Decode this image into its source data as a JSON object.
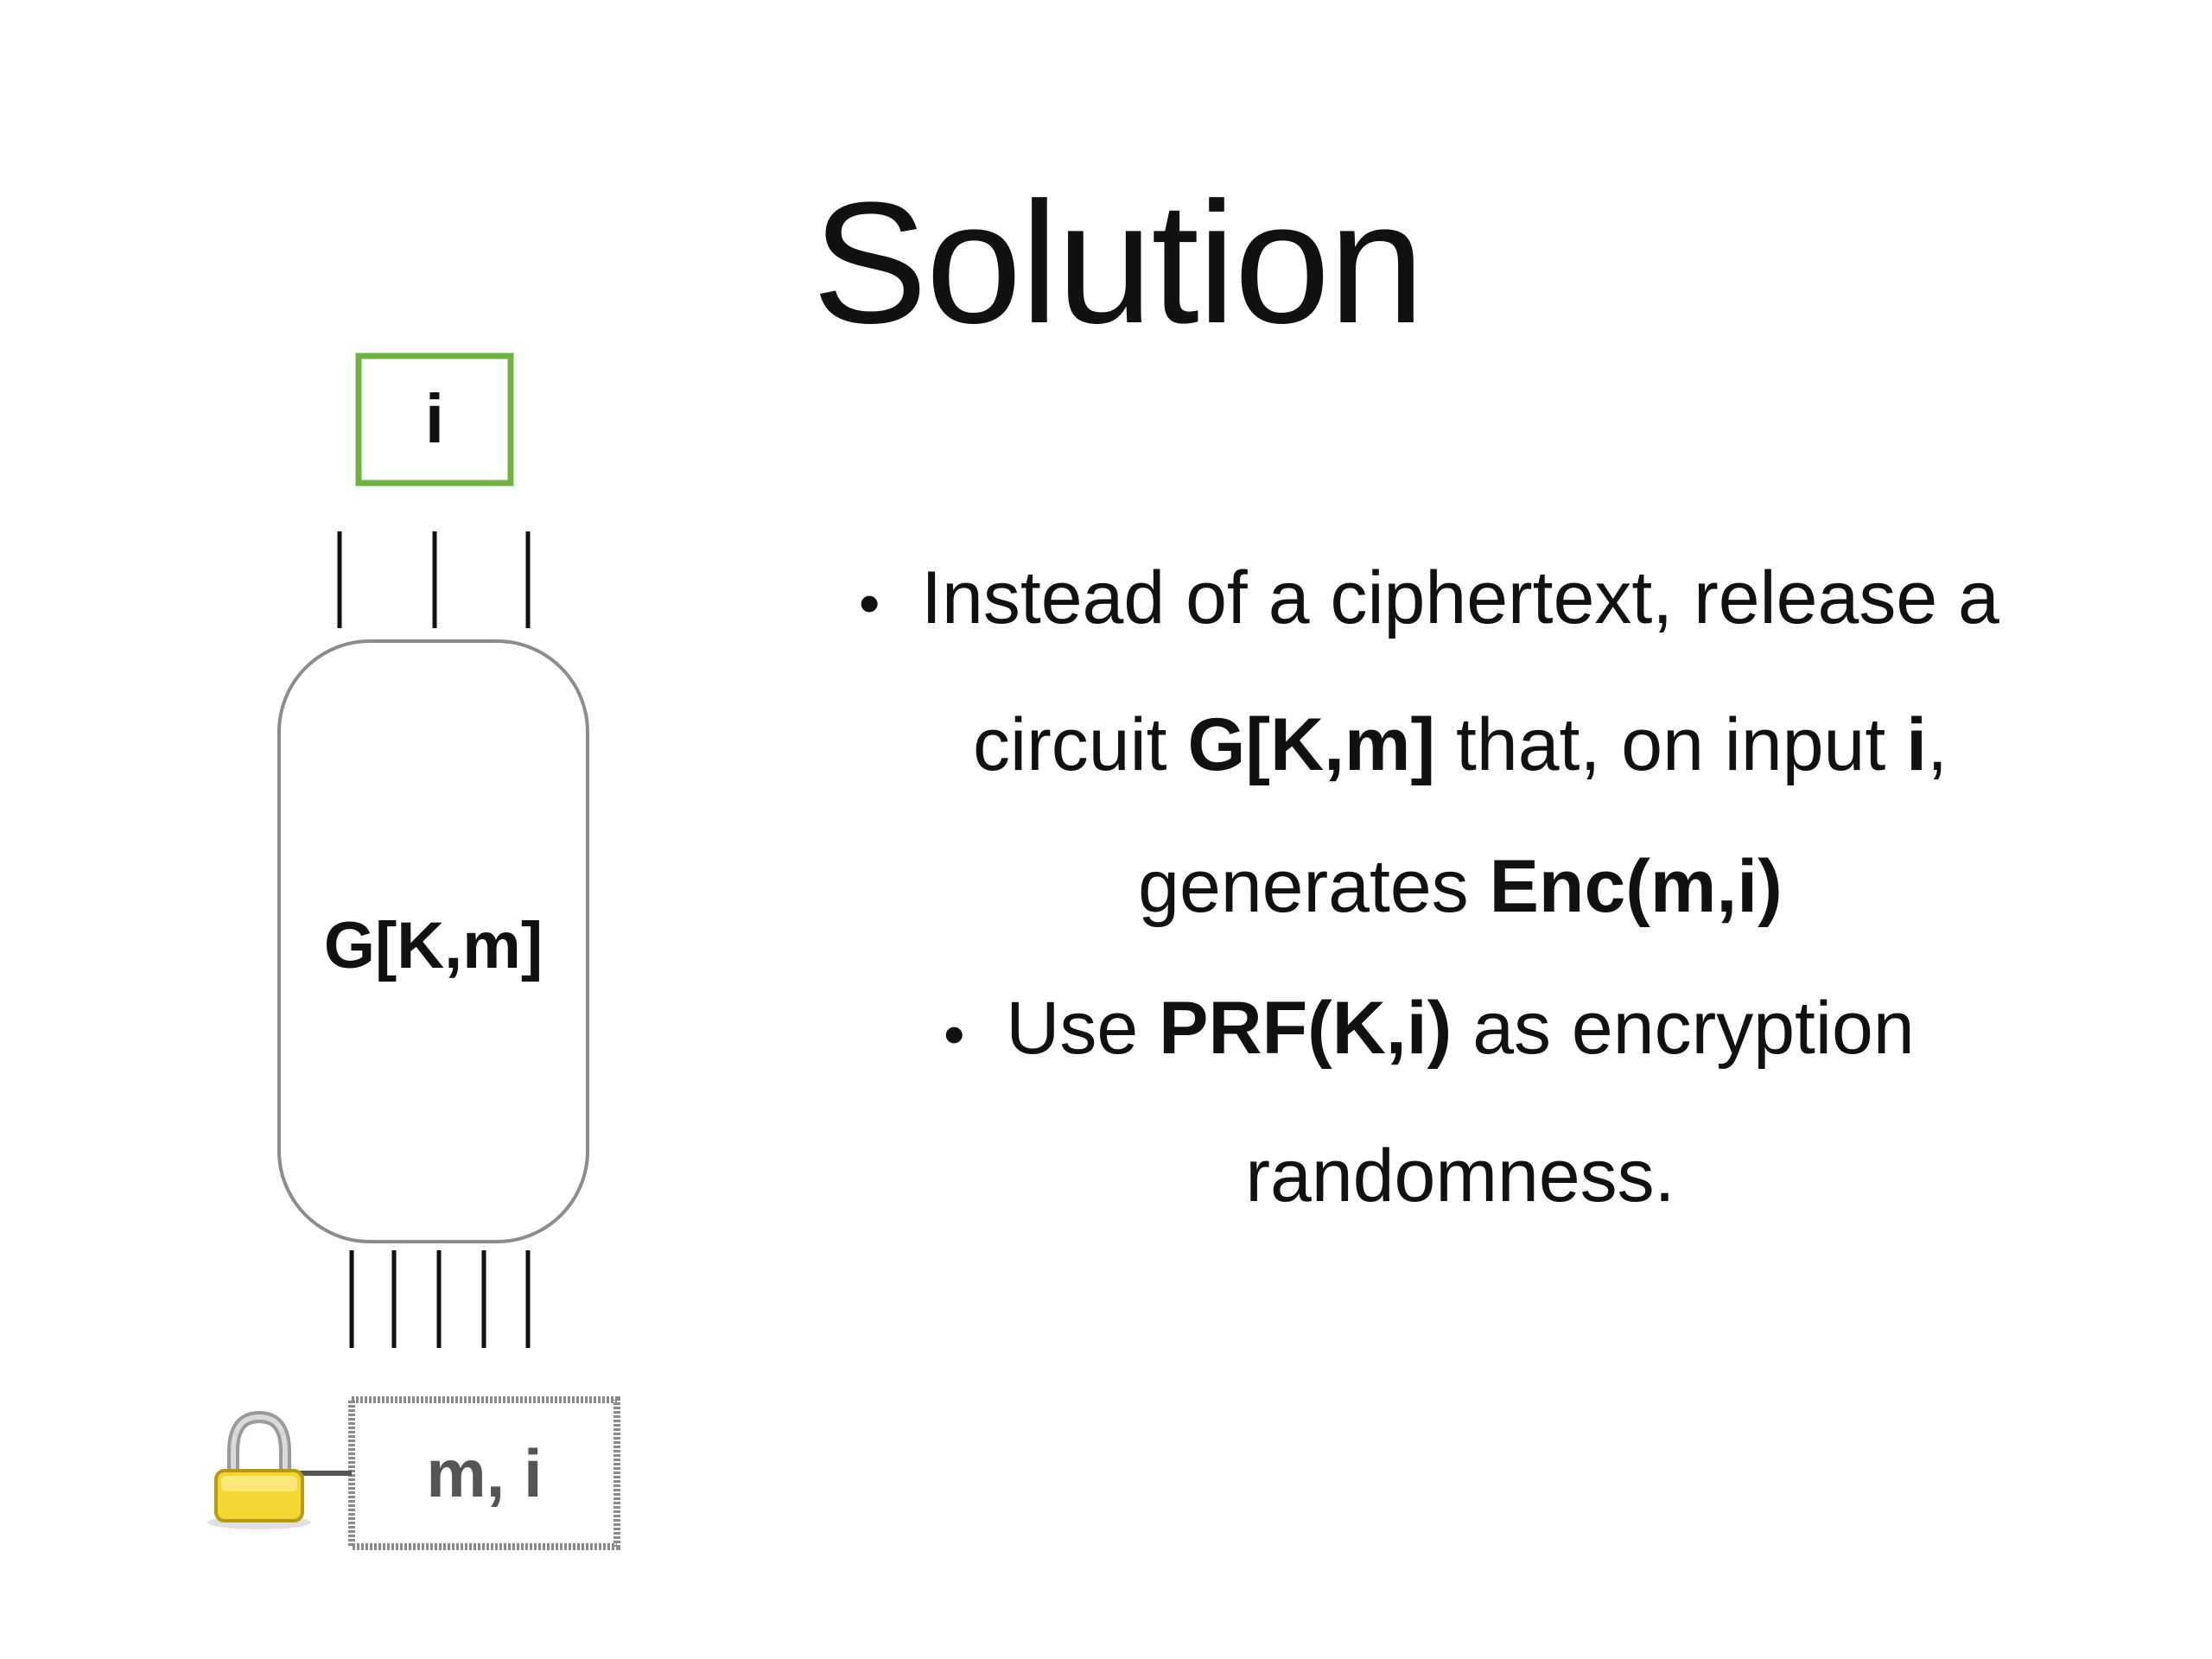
{
  "slide": {
    "title": "Solution"
  },
  "bullets": [
    {
      "lines": [
        [
          {
            "text": "Instead of a ciphertext, release a",
            "bold": false
          }
        ],
        [
          {
            "text": "circuit ",
            "bold": false
          },
          {
            "text": "G[K,m]",
            "bold": true
          },
          {
            "text": " that, on input ",
            "bold": false
          },
          {
            "text": "i",
            "bold": true
          },
          {
            "text": ",",
            "bold": false
          }
        ],
        [
          {
            "text": "generates ",
            "bold": false
          },
          {
            "text": "Enc(m,i)",
            "bold": true
          }
        ]
      ]
    },
    {
      "lines": [
        [
          {
            "text": "Use ",
            "bold": false
          },
          {
            "text": "PRF(K,i)",
            "bold": true
          },
          {
            "text": " as encryption",
            "bold": false
          }
        ],
        [
          {
            "text": "randomness.",
            "bold": false
          }
        ]
      ]
    }
  ],
  "diagram": {
    "input_label": "i",
    "circuit_label": "G[K,m]",
    "encrypted_label": "m, i",
    "input_box_color": "#6db33f",
    "encrypted_box_color": "#8a8a8a",
    "circuit_stroke_color": "#8c8c8c",
    "lock_icon": "padlock-icon",
    "lock_color": "#f2d631"
  }
}
